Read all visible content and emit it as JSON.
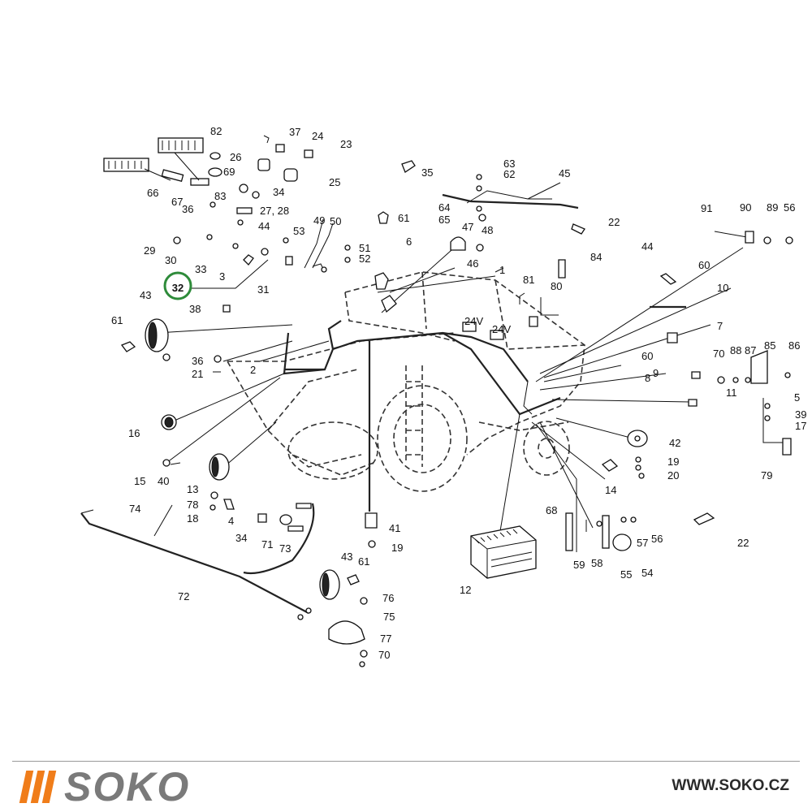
{
  "diagram": {
    "highlight_label": "32",
    "callouts": [
      {
        "id": "c82",
        "text": "82"
      },
      {
        "id": "c37",
        "text": "37"
      },
      {
        "id": "c24",
        "text": "24"
      },
      {
        "id": "c23",
        "text": "23"
      },
      {
        "id": "c26",
        "text": "26"
      },
      {
        "id": "c69",
        "text": "69"
      },
      {
        "id": "c83",
        "text": "83"
      },
      {
        "id": "c34a",
        "text": "34"
      },
      {
        "id": "c25",
        "text": "25"
      },
      {
        "id": "c66",
        "text": "66"
      },
      {
        "id": "c67",
        "text": "67"
      },
      {
        "id": "c36a",
        "text": "36"
      },
      {
        "id": "c27",
        "text": "27, 28"
      },
      {
        "id": "c44a",
        "text": "44"
      },
      {
        "id": "c29",
        "text": "29"
      },
      {
        "id": "c30",
        "text": "30"
      },
      {
        "id": "c33",
        "text": "33"
      },
      {
        "id": "c3",
        "text": "3"
      },
      {
        "id": "c31",
        "text": "31"
      },
      {
        "id": "c53",
        "text": "53"
      },
      {
        "id": "c49",
        "text": "49"
      },
      {
        "id": "c50",
        "text": "50"
      },
      {
        "id": "c51",
        "text": "51"
      },
      {
        "id": "c52",
        "text": "52"
      },
      {
        "id": "c61a",
        "text": "61"
      },
      {
        "id": "c6",
        "text": "6"
      },
      {
        "id": "c35",
        "text": "35"
      },
      {
        "id": "c63",
        "text": "63"
      },
      {
        "id": "c62",
        "text": "62"
      },
      {
        "id": "c45",
        "text": "45"
      },
      {
        "id": "c64",
        "text": "64"
      },
      {
        "id": "c65",
        "text": "65"
      },
      {
        "id": "c47",
        "text": "47"
      },
      {
        "id": "c48",
        "text": "48"
      },
      {
        "id": "c46",
        "text": "46"
      },
      {
        "id": "c22a",
        "text": "22"
      },
      {
        "id": "c84",
        "text": "84"
      },
      {
        "id": "c1",
        "text": "1"
      },
      {
        "id": "c81",
        "text": "81"
      },
      {
        "id": "c80",
        "text": "80"
      },
      {
        "id": "c91",
        "text": "91"
      },
      {
        "id": "c90",
        "text": "90"
      },
      {
        "id": "c89",
        "text": "89"
      },
      {
        "id": "c56a",
        "text": "56"
      },
      {
        "id": "c44b",
        "text": "44"
      },
      {
        "id": "c60a",
        "text": "60"
      },
      {
        "id": "c10",
        "text": "10"
      },
      {
        "id": "c7",
        "text": "7"
      },
      {
        "id": "c43a",
        "text": "43"
      },
      {
        "id": "c61b",
        "text": "61"
      },
      {
        "id": "c38",
        "text": "38"
      },
      {
        "id": "c36b",
        "text": "36"
      },
      {
        "id": "c21",
        "text": "21"
      },
      {
        "id": "c2",
        "text": "2"
      },
      {
        "id": "c60b",
        "text": "60"
      },
      {
        "id": "c9",
        "text": "9"
      },
      {
        "id": "c8",
        "text": "8"
      },
      {
        "id": "c70a",
        "text": "70"
      },
      {
        "id": "c88",
        "text": "88"
      },
      {
        "id": "c87",
        "text": "87"
      },
      {
        "id": "c85",
        "text": "85"
      },
      {
        "id": "c86",
        "text": "86"
      },
      {
        "id": "c11",
        "text": "11"
      },
      {
        "id": "c5",
        "text": "5"
      },
      {
        "id": "c39",
        "text": "39"
      },
      {
        "id": "c17",
        "text": "17"
      },
      {
        "id": "c16",
        "text": "16"
      },
      {
        "id": "c42",
        "text": "42"
      },
      {
        "id": "c79",
        "text": "79"
      },
      {
        "id": "c19a",
        "text": "19"
      },
      {
        "id": "c20",
        "text": "20"
      },
      {
        "id": "c15",
        "text": "15"
      },
      {
        "id": "c40",
        "text": "40"
      },
      {
        "id": "c13",
        "text": "13"
      },
      {
        "id": "c14",
        "text": "14"
      },
      {
        "id": "c78",
        "text": "78"
      },
      {
        "id": "c18",
        "text": "18"
      },
      {
        "id": "c74",
        "text": "74"
      },
      {
        "id": "c4",
        "text": "4"
      },
      {
        "id": "c41",
        "text": "41"
      },
      {
        "id": "c68",
        "text": "68"
      },
      {
        "id": "c34b",
        "text": "34"
      },
      {
        "id": "c71",
        "text": "71"
      },
      {
        "id": "c73",
        "text": "73"
      },
      {
        "id": "c19b",
        "text": "19"
      },
      {
        "id": "c57",
        "text": "57"
      },
      {
        "id": "c56b",
        "text": "56"
      },
      {
        "id": "c22b",
        "text": "22"
      },
      {
        "id": "c12",
        "text": "12"
      },
      {
        "id": "c59",
        "text": "59"
      },
      {
        "id": "c58",
        "text": "58"
      },
      {
        "id": "c55",
        "text": "55"
      },
      {
        "id": "c54",
        "text": "54"
      },
      {
        "id": "c72",
        "text": "72"
      },
      {
        "id": "c43b",
        "text": "43"
      },
      {
        "id": "c61c",
        "text": "61"
      },
      {
        "id": "c76",
        "text": "76"
      },
      {
        "id": "c75",
        "text": "75"
      },
      {
        "id": "c77",
        "text": "77"
      },
      {
        "id": "c70b",
        "text": "70"
      }
    ],
    "battery_labels": {
      "left": "24V",
      "right": "24V"
    }
  },
  "footer": {
    "brand": "SOKO",
    "website": "WWW.SOKO.CZ",
    "colors": {
      "brand_orange": "#f07d1a",
      "brand_gray": "#7a7a7a",
      "highlight_green": "#2e8b3a"
    }
  }
}
